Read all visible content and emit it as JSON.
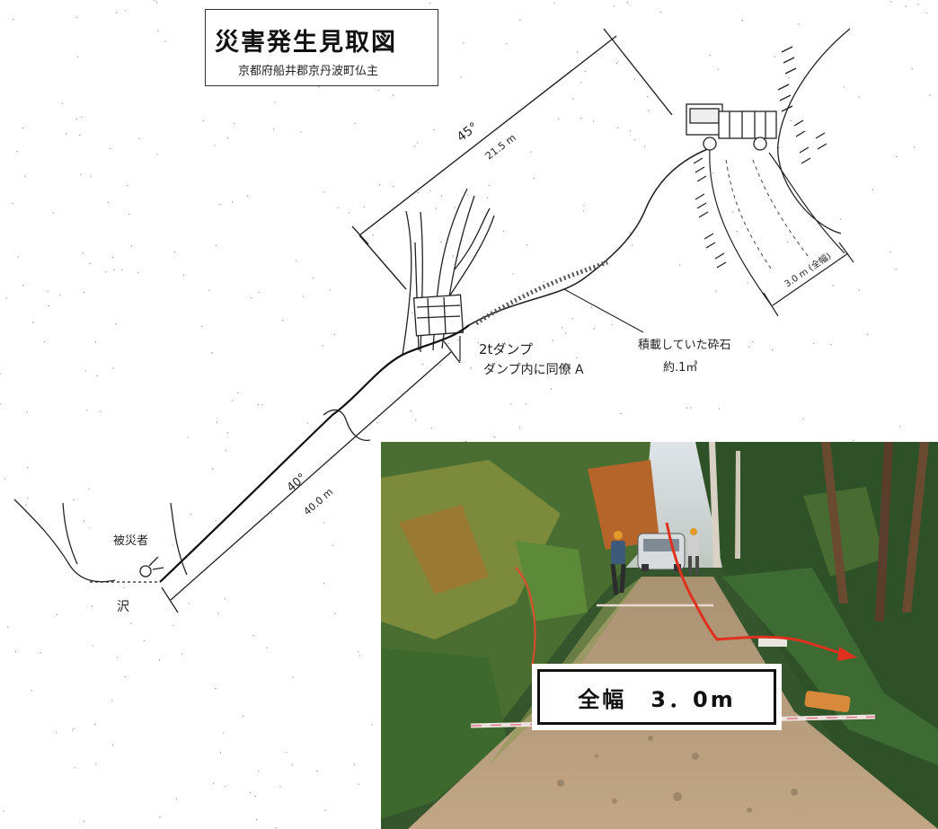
{
  "title": {
    "main": "災害発生見取図",
    "location": "京都府船井郡京丹波町仏主"
  },
  "sketch_labels": {
    "upper_angle": "45°",
    "upper_length": "21.5 m",
    "lower_angle": "40°",
    "lower_length": "40.0 m",
    "road_width": "3.0 m (全幅)",
    "dump_truck": "2tダンプ",
    "dump_note": "ダンプ内に同僚 A",
    "cargo_note": "積載していた砕石",
    "cargo_volume": "約.1㎥",
    "victim": "被災者",
    "stream": "沢"
  },
  "photo": {
    "width_label": "全幅　3．0m"
  },
  "colors": {
    "line": "#222222",
    "arrow": "#e0301e",
    "foliage_dark": "#2f5a2a",
    "foliage_autumn": "#b5652a",
    "road": "#b79a78"
  }
}
